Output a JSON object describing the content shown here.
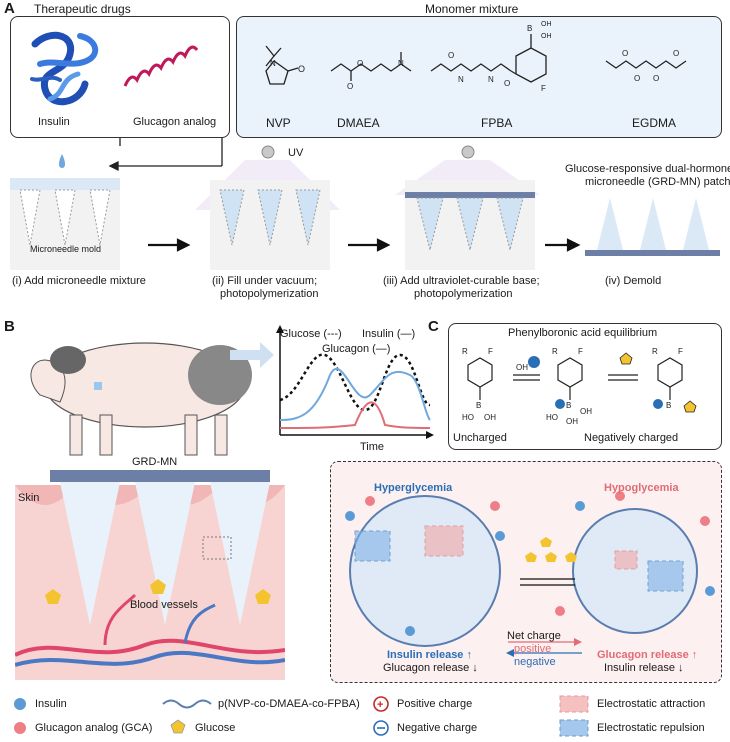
{
  "panels": {
    "a": "A",
    "b": "B",
    "c": "C"
  },
  "a": {
    "drugs_title": "Therapeutic drugs",
    "monomer_title": "Monomer mixture",
    "insulin": "Insulin",
    "glucagon_analog": "Glucagon analog",
    "monomers": [
      "NVP",
      "DMAEA",
      "FPBA",
      "EGDMA"
    ],
    "uv": "UV",
    "patch_title_1": "Glucose-responsive dual-hormone",
    "patch_title_2": "microneedle (GRD-MN) patch",
    "mold": "Microneedle mold",
    "steps": [
      "(i) Add microneedle mixture",
      "(ii) Fill under vacuum;",
      "photopolymerization",
      "(iii) Add ultraviolet-curable base;",
      "photopolymerization",
      "(iv) Demold"
    ]
  },
  "b": {
    "legend_glucose": "Glucose (---)",
    "legend_insulin": "Insulin (—)",
    "legend_glucagon": "Glucagon (—)",
    "time": "Time",
    "grd_mn": "GRD-MN",
    "skin": "Skin",
    "blood_vessels": "Blood vessels",
    "hyper": "Hyperglycemia",
    "hypo": "Hypoglycemia",
    "insulin_release_up": "Insulin release ↑",
    "glucagon_release_down": "Glucagon release ↓",
    "glucagon_release_up": "Glucagon release ↑",
    "insulin_release_down": "Insulin release ↓",
    "net_charge": "Net charge",
    "positive": "positive",
    "negative": "negative"
  },
  "c": {
    "title": "Phenylboronic acid equilibrium",
    "uncharged": "Uncharged",
    "negatively_charged": "Negatively charged"
  },
  "legend": {
    "insulin": "Insulin",
    "gca": "Glucagon analog (GCA)",
    "polymer": "p(NVP-co-DMAEA-co-FPBA)",
    "glucose": "Glucose",
    "positive_charge": "Positive charge",
    "negative_charge": "Negative charge",
    "attraction": "Electrostatic attraction",
    "repulsion": "Electrostatic repulsion"
  },
  "colors": {
    "insulin": "#5b9bd5",
    "glucagon": "#ef7f86",
    "glucose": "#f4c430",
    "skin": "#f6c7c7",
    "patch_base": "#6d7fa6",
    "hyper_text": "#2a6fb5",
    "hypo_text": "#e06c75",
    "repulsion": "#7fb3e6",
    "attraction": "#f2a6a6"
  }
}
